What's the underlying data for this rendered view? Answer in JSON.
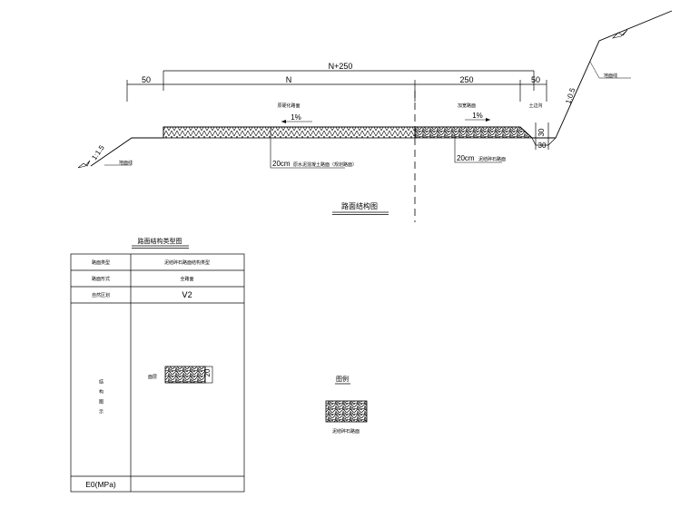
{
  "section": {
    "dim_total": "N+250",
    "dim_left": "50",
    "dim_n": "N",
    "dim_250": "250",
    "dim_right": "50",
    "label_existing": "原硬化路面",
    "label_widening": "加宽路面",
    "slope_existing": "1%",
    "slope_widening": "1%",
    "label_ditch": "土边沟",
    "callout_existing": "20cm",
    "callout_existing_desc": "原水泥混凝土路面（规划路面）",
    "callout_widening": "20cm",
    "callout_widening_desc": "泥结碎石路面",
    "slope_left_ratio": "1:1.5",
    "slope_left_label": "地面线",
    "slope_right_ratio": "1:0.5",
    "slope_right_label": "地面线",
    "ditch_depth": "30",
    "ditch_width": "30",
    "caption": "路面结构图"
  },
  "table": {
    "title": "路面结构类型图",
    "rows": [
      {
        "label": "路面类型",
        "value": "泥结碎石路面结构类型"
      },
      {
        "label": "路面形式",
        "value": "全路面"
      },
      {
        "label": "自然区划",
        "value": "Ⅴ2"
      }
    ],
    "structure_label": "结构图示",
    "layer_label": "面层",
    "layer_thickness": "20",
    "modulus_label": "E0(MPa)"
  },
  "legend": {
    "title": "图例",
    "item_label": "泥结碎石路面"
  }
}
